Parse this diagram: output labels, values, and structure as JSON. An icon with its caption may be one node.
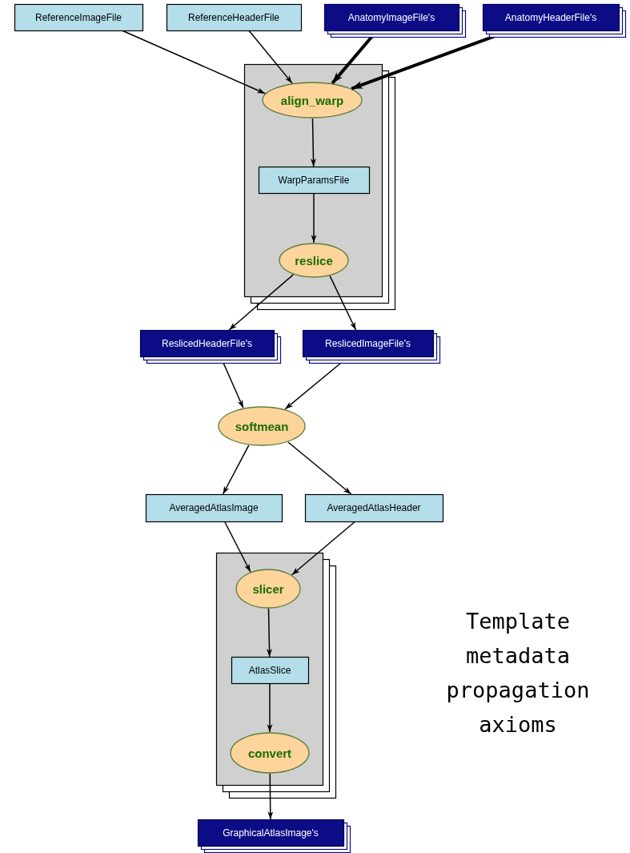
{
  "diagram": {
    "nodes": [
      {
        "text": [
          "ReferenceImageFile"
        ]
      },
      {
        "text": [
          "ReferenceHeaderFile"
        ]
      },
      {
        "text": [
          "AnatomyImageFile's"
        ]
      },
      {
        "text": [
          "AnatomyHeaderFile's"
        ]
      },
      {
        "text": [],
        "shape": "box"
      },
      {
        "text": [
          "align_warp"
        ],
        "in": 4
      },
      {
        "text": [
          "WarpParamsFile"
        ],
        "in": 4
      },
      {
        "text": [
          "reslice"
        ],
        "in": 4
      },
      {
        "text": [
          "ReslicedHeaderFile's"
        ]
      },
      {
        "text": [
          "ReslicedImageFile's"
        ]
      },
      {
        "text": [
          "softmean"
        ]
      },
      {
        "text": [
          "AveragedAtlasImage"
        ]
      },
      {
        "text": [
          "AveragedAtlasHeader"
        ]
      },
      {
        "text": [],
        "shape": "box"
      },
      {
        "text": [
          "slicer"
        ],
        "in": 13
      },
      {
        "text": [
          "AtlasSlice"
        ],
        "in": 13
      },
      {
        "text": [
          "convert"
        ],
        "in": 13
      },
      {
        "text": [
          "GraphicalAtlasImage's"
        ]
      }
    ],
    "edges": [
      {
        "from": 0,
        "to": 5,
        "arrow": "to"
      },
      {
        "from": 1,
        "to": 5,
        "arrow": "to"
      },
      {
        "from": 2,
        "to": 5,
        "arrow": "to",
        "style": "thick"
      },
      {
        "from": 3,
        "to": 5,
        "arrow": "to",
        "style": "thick"
      },
      {
        "from": 5,
        "to": 6,
        "arrow": "to"
      },
      {
        "from": 6,
        "to": 7,
        "arrow": "to"
      },
      {
        "from": 7,
        "to": 8,
        "arrow": "to"
      },
      {
        "from": 7,
        "to": 9,
        "arrow": "to"
      },
      {
        "from": 8,
        "to": 10,
        "arrow": "to"
      },
      {
        "from": 9,
        "to": 10,
        "arrow": "to"
      },
      {
        "from": 10,
        "to": 11,
        "arrow": "to"
      },
      {
        "from": 10,
        "to": 12,
        "arrow": "to"
      },
      {
        "from": 11,
        "to": 14,
        "arrow": "to"
      },
      {
        "from": 12,
        "to": 14,
        "arrow": "to"
      },
      {
        "from": 14,
        "to": 15,
        "arrow": "to"
      },
      {
        "from": 15,
        "to": 16,
        "arrow": "to"
      },
      {
        "from": 16,
        "to": 17,
        "arrow": "to"
      }
    ],
    "labels": [
      "Template metadata propagation axioms"
    ]
  }
}
